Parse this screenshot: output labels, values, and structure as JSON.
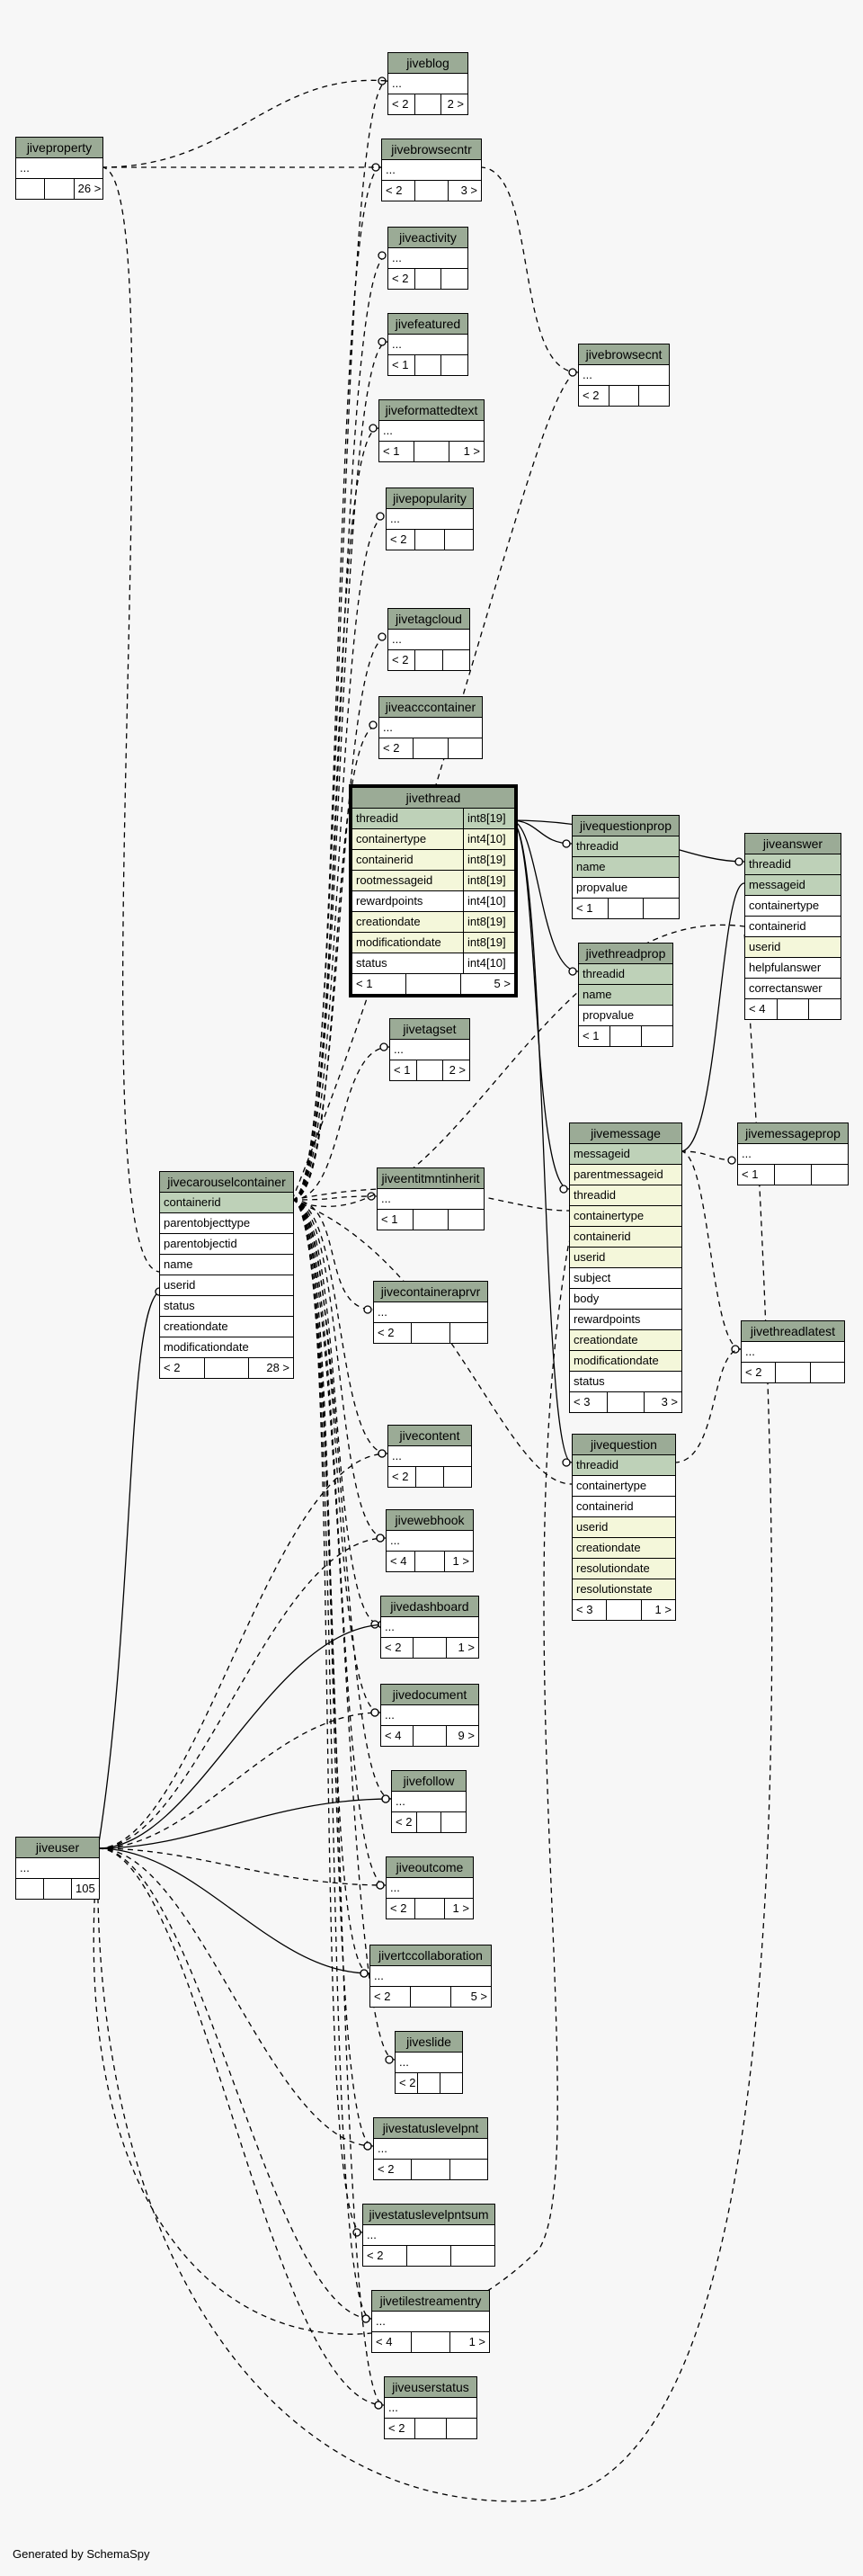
{
  "footer": "Generated by SchemaSpy",
  "tables": [
    {
      "id": "jiveproperty",
      "title": "jiveproperty",
      "rows": [
        [
          "..."
        ]
      ],
      "foot": [
        "",
        "",
        "26 >"
      ]
    },
    {
      "id": "jiveblog",
      "title": "jiveblog",
      "rows": [
        [
          "..."
        ]
      ],
      "foot": [
        "< 2",
        "",
        "2 >"
      ]
    },
    {
      "id": "jivebrowsecntr",
      "title": "jivebrowsecntr",
      "rows": [
        [
          "..."
        ]
      ],
      "foot": [
        "< 2",
        "",
        "3 >"
      ]
    },
    {
      "id": "jiveactivity",
      "title": "jiveactivity",
      "rows": [
        [
          "..."
        ]
      ],
      "foot": [
        "< 2",
        "",
        ""
      ]
    },
    {
      "id": "jivefeatured",
      "title": "jivefeatured",
      "rows": [
        [
          "..."
        ]
      ],
      "foot": [
        "< 1",
        "",
        ""
      ]
    },
    {
      "id": "jiveformattedtext",
      "title": "jiveformattedtext",
      "rows": [
        [
          "..."
        ]
      ],
      "foot": [
        "< 1",
        "",
        "1 >"
      ]
    },
    {
      "id": "jivebrowsecnt",
      "title": "jivebrowsecnt",
      "rows": [
        [
          "..."
        ]
      ],
      "foot": [
        "< 2",
        "",
        ""
      ]
    },
    {
      "id": "jivepopularity",
      "title": "jivepopularity",
      "rows": [
        [
          "..."
        ]
      ],
      "foot": [
        "< 2",
        "",
        ""
      ]
    },
    {
      "id": "jivetagcloud",
      "title": "jivetagcloud",
      "rows": [
        [
          "..."
        ]
      ],
      "foot": [
        "< 2",
        "",
        ""
      ]
    },
    {
      "id": "jiveacccontainer",
      "title": "jiveacccontainer",
      "rows": [
        [
          "..."
        ]
      ],
      "foot": [
        "< 2",
        "",
        ""
      ]
    },
    {
      "id": "jivethread",
      "title": "jivethread",
      "focus": true,
      "rows": [
        [
          "threadid",
          "int8[19]",
          "pk"
        ],
        [
          "containertype",
          "int4[10]",
          "fk"
        ],
        [
          "containerid",
          "int8[19]",
          "fk"
        ],
        [
          "rootmessageid",
          "int8[19]",
          "fk"
        ],
        [
          "rewardpoints",
          "int4[10]",
          ""
        ],
        [
          "creationdate",
          "int8[19]",
          "fk"
        ],
        [
          "modificationdate",
          "int8[19]",
          "fk"
        ],
        [
          "status",
          "int4[10]",
          ""
        ]
      ],
      "foot": [
        "< 1",
        "",
        "5 >"
      ]
    },
    {
      "id": "jivequestionprop",
      "title": "jivequestionprop",
      "rows": [
        [
          "threadid",
          "",
          "pk"
        ],
        [
          "name",
          "",
          "pk"
        ],
        [
          "propvalue",
          "",
          ""
        ]
      ],
      "foot": [
        "< 1",
        "",
        ""
      ]
    },
    {
      "id": "jivethreadprop",
      "title": "jivethreadprop",
      "rows": [
        [
          "threadid",
          "",
          "pk"
        ],
        [
          "name",
          "",
          "pk"
        ],
        [
          "propvalue",
          "",
          ""
        ]
      ],
      "foot": [
        "< 1",
        "",
        ""
      ]
    },
    {
      "id": "jiveanswer",
      "title": "jiveanswer",
      "rows": [
        [
          "threadid",
          "",
          "pk"
        ],
        [
          "messageid",
          "",
          "pk"
        ],
        [
          "containertype",
          "",
          ""
        ],
        [
          "containerid",
          "",
          ""
        ],
        [
          "userid",
          "",
          "fk"
        ],
        [
          "helpfulanswer",
          "",
          ""
        ],
        [
          "correctanswer",
          "",
          ""
        ]
      ],
      "foot": [
        "< 4",
        "",
        ""
      ]
    },
    {
      "id": "jivetagset",
      "title": "jivetagset",
      "rows": [
        [
          "..."
        ]
      ],
      "foot": [
        "< 1",
        "",
        "2 >"
      ]
    },
    {
      "id": "jivecarouselcontainer",
      "title": "jivecarouselcontainer",
      "rows": [
        [
          "containerid",
          "",
          "pk"
        ],
        [
          "parentobjecttype",
          "",
          ""
        ],
        [
          "parentobjectid",
          "",
          ""
        ],
        [
          "name",
          "",
          ""
        ],
        [
          "userid",
          "",
          ""
        ],
        [
          "status",
          "",
          ""
        ],
        [
          "creationdate",
          "",
          ""
        ],
        [
          "modificationdate",
          "",
          ""
        ]
      ],
      "foot": [
        "< 2",
        "",
        "28 >"
      ]
    },
    {
      "id": "jiveentitmntinherit",
      "title": "jiveentitmntinherit",
      "rows": [
        [
          "..."
        ]
      ],
      "foot": [
        "< 1",
        "",
        ""
      ]
    },
    {
      "id": "jivemessage",
      "title": "jivemessage",
      "rows": [
        [
          "messageid",
          "",
          "pk"
        ],
        [
          "parentmessageid",
          "",
          "fk"
        ],
        [
          "threadid",
          "",
          "fk"
        ],
        [
          "containertype",
          "",
          "fk"
        ],
        [
          "containerid",
          "",
          "fk"
        ],
        [
          "userid",
          "",
          "fk"
        ],
        [
          "subject",
          "",
          ""
        ],
        [
          "body",
          "",
          ""
        ],
        [
          "rewardpoints",
          "",
          ""
        ],
        [
          "creationdate",
          "",
          "fk"
        ],
        [
          "modificationdate",
          "",
          "fk"
        ],
        [
          "status",
          "",
          ""
        ]
      ],
      "foot": [
        "< 3",
        "",
        "3 >"
      ]
    },
    {
      "id": "jivemessageprop",
      "title": "jivemessageprop",
      "rows": [
        [
          "..."
        ]
      ],
      "foot": [
        "< 1",
        "",
        ""
      ]
    },
    {
      "id": "jivecontaineraprvr",
      "title": "jivecontaineraprvr",
      "rows": [
        [
          "..."
        ]
      ],
      "foot": [
        "< 2",
        "",
        ""
      ]
    },
    {
      "id": "jivethreadlatest",
      "title": "jivethreadlatest",
      "rows": [
        [
          "..."
        ]
      ],
      "foot": [
        "< 2",
        "",
        ""
      ]
    },
    {
      "id": "jivecontent",
      "title": "jivecontent",
      "rows": [
        [
          "..."
        ]
      ],
      "foot": [
        "< 2",
        "",
        ""
      ]
    },
    {
      "id": "jivequestion",
      "title": "jivequestion",
      "rows": [
        [
          "threadid",
          "",
          "pk"
        ],
        [
          "containertype",
          "",
          ""
        ],
        [
          "containerid",
          "",
          ""
        ],
        [
          "userid",
          "",
          "fk"
        ],
        [
          "creationdate",
          "",
          "fk"
        ],
        [
          "resolutiondate",
          "",
          "fk"
        ],
        [
          "resolutionstate",
          "",
          "fk"
        ]
      ],
      "foot": [
        "< 3",
        "",
        "1 >"
      ]
    },
    {
      "id": "jivewebhook",
      "title": "jivewebhook",
      "rows": [
        [
          "..."
        ]
      ],
      "foot": [
        "< 4",
        "",
        "1 >"
      ]
    },
    {
      "id": "jivedashboard",
      "title": "jivedashboard",
      "rows": [
        [
          "..."
        ]
      ],
      "foot": [
        "< 2",
        "",
        "1 >"
      ]
    },
    {
      "id": "jivedocument",
      "title": "jivedocument",
      "rows": [
        [
          "..."
        ]
      ],
      "foot": [
        "< 4",
        "",
        "9 >"
      ]
    },
    {
      "id": "jivefollow",
      "title": "jivefollow",
      "rows": [
        [
          "..."
        ]
      ],
      "foot": [
        "< 2",
        "",
        ""
      ]
    },
    {
      "id": "jiveuser",
      "title": "jiveuser",
      "rows": [
        [
          "..."
        ]
      ],
      "foot": [
        "",
        "",
        "105 >"
      ]
    },
    {
      "id": "jiveoutcome",
      "title": "jiveoutcome",
      "rows": [
        [
          "..."
        ]
      ],
      "foot": [
        "< 2",
        "",
        "1 >"
      ]
    },
    {
      "id": "jivertccollaboration",
      "title": "jivertccollaboration",
      "rows": [
        [
          "..."
        ]
      ],
      "foot": [
        "< 2",
        "",
        "5 >"
      ]
    },
    {
      "id": "jiveslide",
      "title": "jiveslide",
      "rows": [
        [
          "..."
        ]
      ],
      "foot": [
        "< 2",
        "",
        ""
      ]
    },
    {
      "id": "jivestatuslevelpnt",
      "title": "jivestatuslevelpnt",
      "rows": [
        [
          "..."
        ]
      ],
      "foot": [
        "< 2",
        "",
        ""
      ]
    },
    {
      "id": "jivestatuslevelpntsum",
      "title": "jivestatuslevelpntsum",
      "rows": [
        [
          "..."
        ]
      ],
      "foot": [
        "< 2",
        "",
        ""
      ]
    },
    {
      "id": "jivetilestreamentry",
      "title": "jivetilestreamentry",
      "rows": [
        [
          "..."
        ]
      ],
      "foot": [
        "< 4",
        "",
        "1 >"
      ]
    },
    {
      "id": "jiveuserstatus",
      "title": "jiveuserstatus",
      "rows": [
        [
          "..."
        ]
      ],
      "foot": [
        "< 2",
        "",
        ""
      ]
    }
  ]
}
